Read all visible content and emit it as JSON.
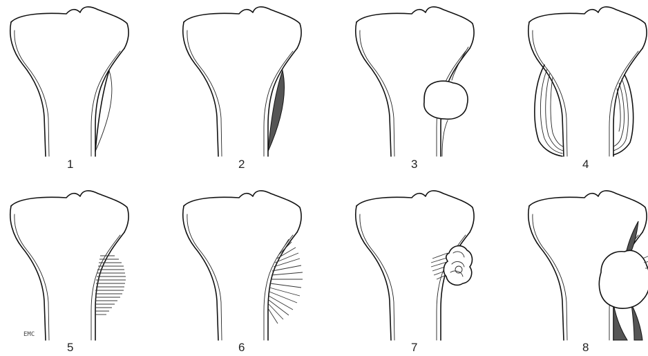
{
  "panels": [
    {
      "label": "1",
      "lesion": "elevated-periosteum"
    },
    {
      "label": "2",
      "lesion": "filled-codman-triangle"
    },
    {
      "label": "3",
      "lesion": "soft-tissue-mass"
    },
    {
      "label": "4",
      "lesion": "onion-skin-layers"
    },
    {
      "label": "5",
      "lesion": "perpendicular-hair-on-end"
    },
    {
      "label": "6",
      "lesion": "sunburst-spiculation"
    },
    {
      "label": "7",
      "lesion": "lobulated-mass-with-spicules"
    },
    {
      "label": "8",
      "lesion": "large-mass-with-codman-triangles"
    }
  ],
  "signature": "EMC",
  "colors": {
    "line": "#111111",
    "fill_dark": "#555555",
    "background": "#ffffff"
  }
}
